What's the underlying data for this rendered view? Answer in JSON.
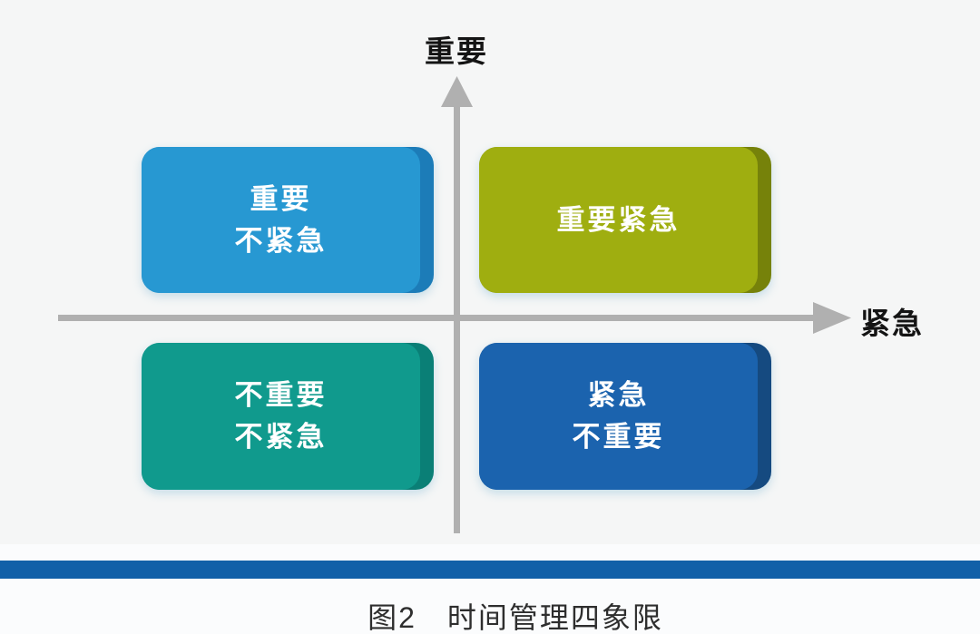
{
  "figure": {
    "caption": "图2　时间管理四象限"
  },
  "axes": {
    "y_label": "重要",
    "x_label": "紧急",
    "color": "#b0b0b0"
  },
  "quadrants": {
    "top_left": {
      "line1": "重要",
      "line2": "不紧急",
      "color": "#2798d2",
      "edge": "#1c7cb8"
    },
    "top_right": {
      "line1": "重要紧急",
      "color": "#9fae10",
      "edge": "#76820a"
    },
    "bottom_left": {
      "line1": "不重要",
      "line2": "不紧急",
      "color": "#109a8d",
      "edge": "#0a7f76"
    },
    "bottom_right": {
      "line1": "紧急",
      "line2": "不重要",
      "color": "#1b63ae",
      "edge": "#154a80"
    }
  },
  "footer": {
    "bar_color": "#1160a8"
  }
}
